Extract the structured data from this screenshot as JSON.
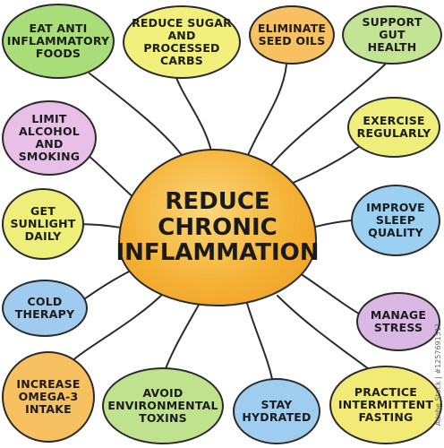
{
  "title": "REDUCE\nCHRONIC\nINFLAMMATION",
  "topics": [
    {
      "label": "EAT ANTI\nINFLAMMATORY\nFOODS",
      "color": "#a8dd7a"
    },
    {
      "label": "REDUCE SUGAR\nAND PROCESSED\nCARBS",
      "color": "#f1f07c"
    },
    {
      "label": "ELIMINATE\nSEED OILS",
      "color": "#f7c061"
    },
    {
      "label": "SUPPORT GUT\nHEALTH",
      "color": "#c3e495"
    },
    {
      "label": "LIMIT\nALCOHOL AND\nSMOKING",
      "color": "#e7bfe7"
    },
    {
      "label": "EXERCISE\nREGULARLY",
      "color": "#eeee7a"
    },
    {
      "label": "GET\nSUNLIGHT\nDAILY",
      "color": "#eeee7a"
    },
    {
      "label": "IMPROVE\nSLEEP\nQUALITY",
      "color": "#9bd0f1"
    },
    {
      "label": "COLD\nTHERAPY",
      "color": "#9fcbee"
    },
    {
      "label": "MANAGE\nSTRESS",
      "color": "#d9b9e3"
    },
    {
      "label": "INCREASE\nOMEGA-3\nINTAKE",
      "color": "#f7c061"
    },
    {
      "label": "AVOID\nENVIRONMENTAL\nTOXINS",
      "color": "#bfe28f"
    },
    {
      "label": "STAY\nHYDRATED",
      "color": "#9fcdef"
    },
    {
      "label": "PRACTICE\nINTERMITTENT\nFASTING",
      "color": "#f1ea76"
    }
  ],
  "watermark": "Adobe Stock | #1257691511"
}
